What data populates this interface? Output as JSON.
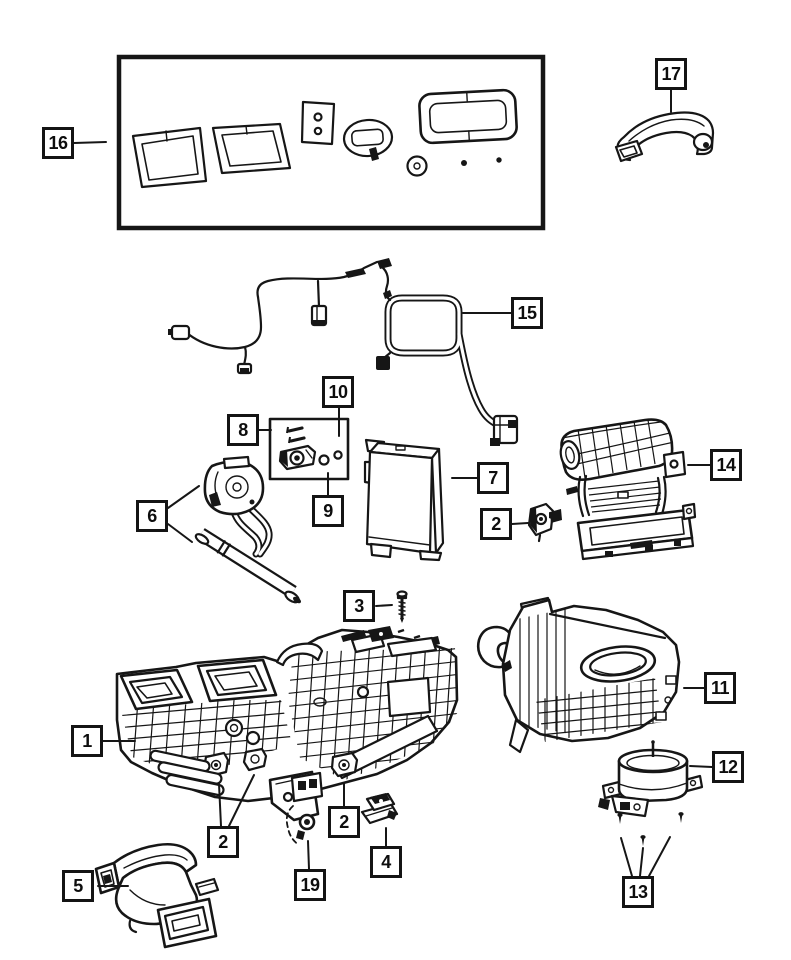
{
  "page": {
    "background": "#ffffff",
    "line_color": "#161616",
    "callout_border_color": "#141414",
    "type": "exploded-parts-diagram"
  },
  "callouts": [
    {
      "label": "16"
    },
    {
      "label": "17"
    },
    {
      "label": "15"
    },
    {
      "label": "8"
    },
    {
      "label": "10"
    },
    {
      "label": "9"
    },
    {
      "label": "7"
    },
    {
      "label": "2"
    },
    {
      "label": "14"
    },
    {
      "label": "6"
    },
    {
      "label": "3"
    },
    {
      "label": "1"
    },
    {
      "label": "11"
    },
    {
      "label": "12"
    },
    {
      "label": "13"
    },
    {
      "label": "5"
    },
    {
      "label": "2"
    },
    {
      "label": "19"
    },
    {
      "label": "2"
    },
    {
      "label": "4"
    }
  ]
}
